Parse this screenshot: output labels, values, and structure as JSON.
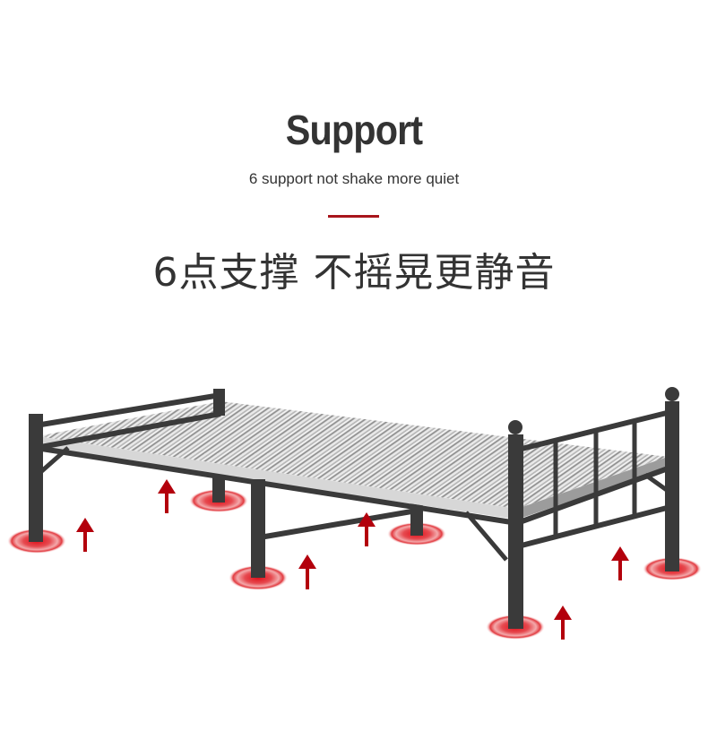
{
  "header": {
    "title": "Support",
    "subtitle": "6 support not shake more quiet",
    "headline": "6点支撑 不摇晃更静音"
  },
  "product": {
    "image": "folding-bed-illustration",
    "support_points": 6,
    "marker_color": "#d3131a",
    "arrow_color": "#b3000c",
    "frame_color": "#3a3a3a"
  }
}
